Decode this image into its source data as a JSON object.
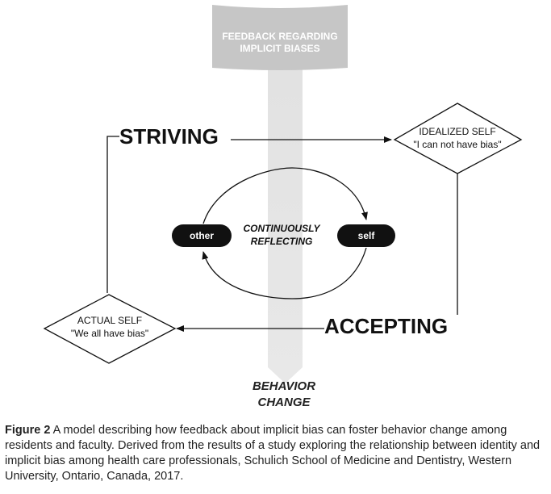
{
  "banner": {
    "line1": "FEEDBACK REGARDING",
    "line2": "IMPLICIT BIASES"
  },
  "labels": {
    "striving": "STRIVING",
    "accepting": "ACCEPTING"
  },
  "idealized_self": {
    "line1": "IDEALIZED SELF",
    "line2": "\"I can not have bias\""
  },
  "actual_self": {
    "line1": "ACTUAL SELF",
    "line2": "\"We all have bias\""
  },
  "cycle": {
    "left_pill": "other",
    "right_pill": "self",
    "center_line1": "CONTINUOUSLY",
    "center_line2": "REFLECTING"
  },
  "behavior": {
    "line1": "BEHAVIOR",
    "line2": "CHANGE"
  },
  "caption": {
    "figure_label": "Figure 2",
    "text": "A model describing how feedback about implicit bias can foster behavior change among residents and faculty. Derived from the results of a study exploring the relationship between identity and implicit bias among health care professionals, Schulich School of Medicine and Dentistry, Western University, Ontario, Canada, 2017."
  },
  "colors": {
    "banner": "#c8c8c8",
    "arrow_shaft": "#e0e0e0",
    "pill": "#111111",
    "line": "#111111"
  }
}
